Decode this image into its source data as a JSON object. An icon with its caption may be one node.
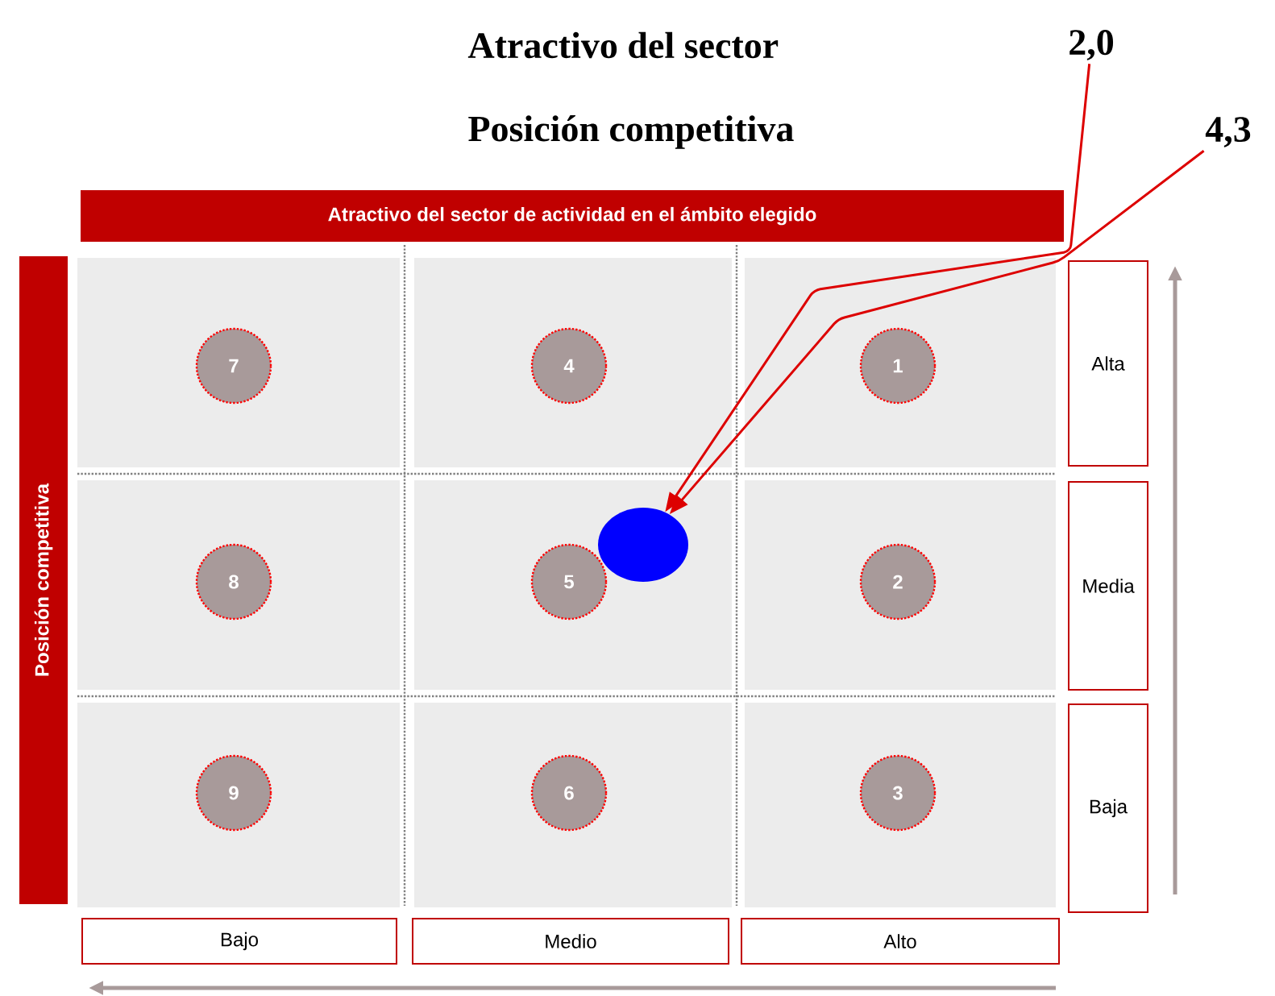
{
  "diagram": {
    "nodes": [
      {
        "text": [
          "2,0"
        ]
      },
      {
        "text": [
          "4,3"
        ]
      },
      {
        "text": [
          "Atractivo del sector de actividad en el ámbito elegido"
        ]
      },
      {
        "text": [
          "Posición competitiva"
        ]
      },
      {
        "text": [
          "7"
        ]
      },
      {
        "text": [
          "4"
        ]
      },
      {
        "text": [
          "1"
        ]
      },
      {
        "text": [
          "8"
        ]
      },
      {
        "text": [
          "5"
        ]
      },
      {
        "text": [
          "2"
        ]
      },
      {
        "text": [
          "9"
        ]
      },
      {
        "text": [
          "6"
        ]
      },
      {
        "text": [
          "3"
        ]
      },
      {
        "text": [],
        "shape": "circle"
      },
      {
        "text": [
          "Alta"
        ]
      },
      {
        "text": [
          "Media"
        ]
      },
      {
        "text": [
          "Baja"
        ]
      },
      {
        "text": [
          "Bajo"
        ]
      },
      {
        "text": [
          "Medio"
        ]
      },
      {
        "text": [
          "Alto"
        ]
      }
    ],
    "edges": [
      {
        "from": 0,
        "to": 13,
        "arrow": "to"
      },
      {
        "from": 1,
        "to": 13,
        "arrow": "to"
      }
    ],
    "labels": [
      "Atractivo del sector",
      "Posición competitiva"
    ]
  }
}
